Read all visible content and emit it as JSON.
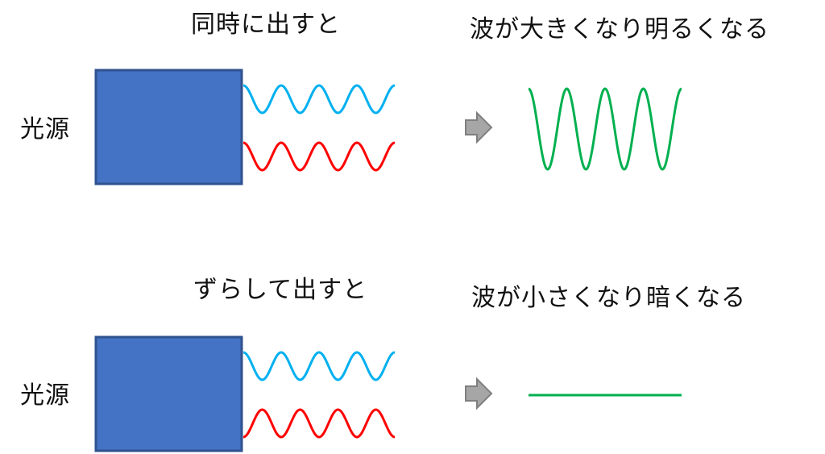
{
  "top": {
    "caption_left": "同時に出すと",
    "caption_right": "波が大きくなり明るくなる",
    "source_label": "光源"
  },
  "bottom": {
    "caption_left": "ずらして出すと",
    "caption_right": "波が小さくなり暗くなる",
    "source_label": "光源"
  },
  "colors": {
    "source_fill": "#4472C4",
    "source_stroke": "#2F528F",
    "wave_blue": "#00B0F0",
    "wave_red": "#FF0000",
    "wave_result": "#00B050",
    "arrow_fill": "#A6A6A6",
    "arrow_stroke": "#7F7F7F"
  }
}
